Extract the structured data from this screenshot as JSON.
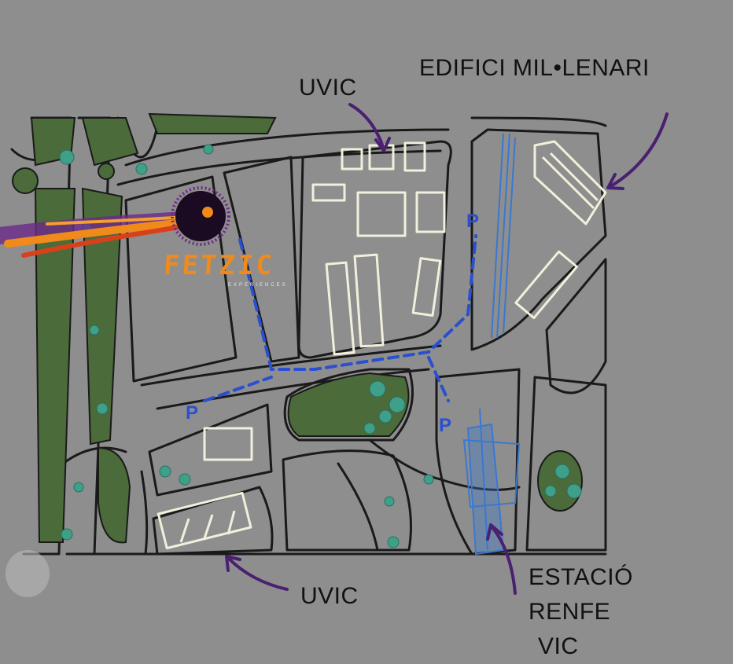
{
  "map": {
    "colors": {
      "background": "#8e8e8e",
      "street_lines": "#1a1a1a",
      "buildings": "#f2f0dc",
      "park": "#4b6b3a",
      "trees": "#3fa08a",
      "parking_route": "#2a4fd0",
      "railway_station": "#3a78d0",
      "arrows": "#4a2070",
      "logo": "#f08a1a"
    },
    "logo": {
      "name": "FETZIC",
      "sub": "EXPERIENCES"
    },
    "labels": {
      "uvic_top": "UVIC",
      "edifici": "EDIFICI MIL•LENARI",
      "uvic_bottom": "UVIC",
      "estacio_line1": "ESTACIÓ",
      "estacio_line2": "RENFE",
      "estacio_line3": "VIC"
    },
    "parking": {
      "p1": "P",
      "p2": "P",
      "p3": "P"
    },
    "icons": [
      "parking-marker",
      "pointer-arrow",
      "tree-icon",
      "comet-logo"
    ]
  }
}
